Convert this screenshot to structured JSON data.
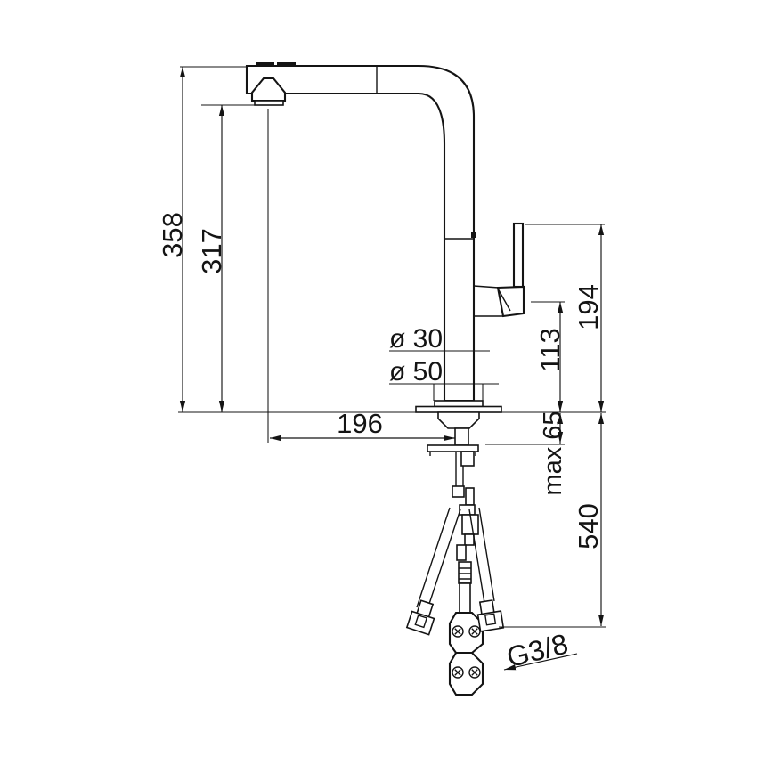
{
  "drawing": {
    "kind": "faucet installation dimension drawing",
    "line_color": "#141414",
    "background_color": "#ffffff"
  },
  "dimensions": {
    "spout_top_height": "358",
    "spout_outlet_height": "317",
    "spout_reach": "196",
    "body_diameter": "ø 30",
    "base_diameter": "ø 50",
    "handle_underside_height": "113",
    "handle_top_height": "194",
    "max_mounting_thickness": "max 65",
    "hose_drop_length": "540",
    "thread_size": "G3/8"
  }
}
